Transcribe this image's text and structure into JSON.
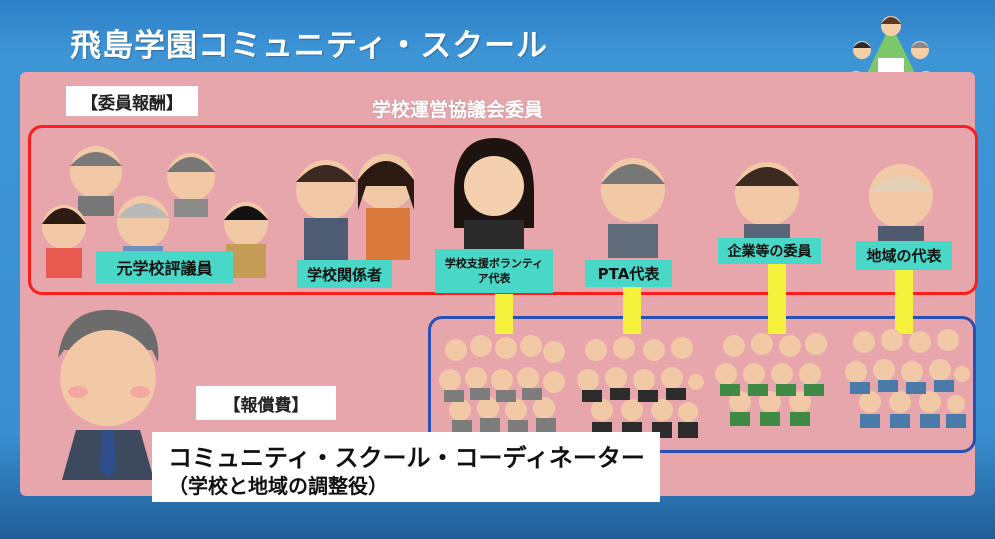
{
  "slide": {
    "title": "飛島学園コミュニティ・スクール",
    "committee_compensation_label": "【委員報酬】",
    "committee_heading": "学校運営協議会委員",
    "reward_label": "【報償費】"
  },
  "members": [
    {
      "id": "former",
      "label": "元学校評議員"
    },
    {
      "id": "school",
      "label": "学校関係者"
    },
    {
      "id": "volunteer",
      "label": "学校支援ボランティア代表"
    },
    {
      "id": "pta",
      "label": "PTA代表"
    },
    {
      "id": "company",
      "label": "企業等の委員"
    },
    {
      "id": "region",
      "label": "地域の代表"
    }
  ],
  "coordinator": {
    "line1": "コミュニティ・スクール・コーディネーター",
    "line2": "（学校と地域の調整役）"
  },
  "colors": {
    "background_blue": "#3a8fd2",
    "panel_pink": "#e6a6ac",
    "red_frame": "#ff1c1c",
    "blue_frame": "#2a4fb4",
    "teal_label": "#49d7c8",
    "connector_yellow": "#f4f23d"
  }
}
